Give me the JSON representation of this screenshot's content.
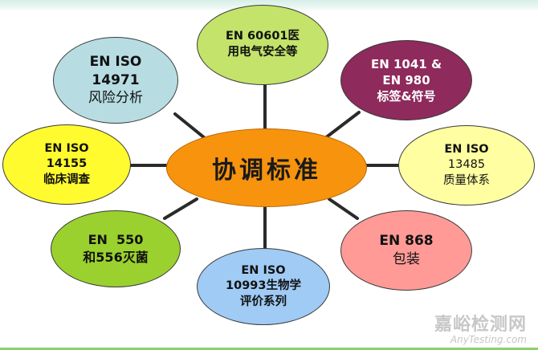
{
  "center": {
    "label": "协调标准"
  },
  "nodes": [
    {
      "id": "en60601",
      "lines": [
        "EN 60601医",
        "用电气安全等"
      ]
    },
    {
      "id": "en14971",
      "lines": [
        "EN ISO",
        "14971",
        "风险分析"
      ]
    },
    {
      "id": "en1041",
      "lines": [
        "EN 1041 &",
        "EN 980",
        "标签&符号"
      ]
    },
    {
      "id": "en14155",
      "lines": [
        "EN ISO",
        "14155",
        "临床调查"
      ]
    },
    {
      "id": "en13485",
      "lines": [
        "EN ISO",
        "13485",
        "质量体系"
      ]
    },
    {
      "id": "en550",
      "lines": [
        "EN  550",
        "和556灭菌"
      ]
    },
    {
      "id": "en868",
      "lines": [
        "EN 868",
        "包装"
      ]
    },
    {
      "id": "en10993",
      "lines": [
        "EN ISO",
        "10993生物学",
        "评价系列"
      ]
    }
  ],
  "colors": {
    "center": "#f7930d",
    "en60601": "#c3e36a",
    "en14971": "#b7dde3",
    "en1041": "#8e2a5c",
    "en14155": "#fffb2e",
    "en13485": "#ffffa2",
    "en550": "#9ad12e",
    "en868": "#ff9a96",
    "en10993": "#9fcbf5"
  },
  "watermark": {
    "cn": "嘉峪检测网",
    "en": "AnyTesting.com"
  }
}
